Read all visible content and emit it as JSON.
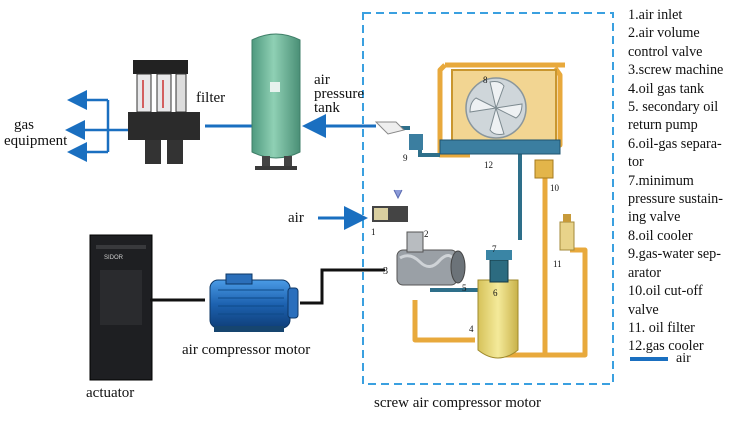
{
  "labels": {
    "gas_equipment_line1": "gas",
    "gas_equipment_line2": "equipment",
    "filter": "filter",
    "tank_line1": "air",
    "tank_line2": "pressure",
    "tank_line3": "tank",
    "air": "air",
    "motor": "air compressor motor",
    "actuator": "actuator",
    "screw_motor": "screw air compressor motor",
    "cabinet_brand": "SIDOR",
    "numbers": [
      "1",
      "2",
      "3",
      "4",
      "5",
      "6",
      "7",
      "8",
      "9",
      "10",
      "11",
      "12"
    ]
  },
  "legend": {
    "items": [
      "1.air inlet",
      "2.air volume",
      "control valve",
      "3.screw machine",
      "4.oil gas tank",
      "5. secondary oil",
      "return pump",
      "6.oil-gas separa-",
      "tor",
      "7.minimum",
      "pressure sustain-",
      "ing valve",
      "8.oil cooler",
      "9.gas-water sep-",
      "arator",
      "10.oil cut-off",
      "valve",
      "11. oil filter",
      "12.gas cooler"
    ],
    "air_key": "air"
  },
  "colors": {
    "air_arrow": "#1a6fc0",
    "dashed_box": "#3aa0e0",
    "oil_pipe": "#e8a93c",
    "gas_pipe": "#2e6f8a",
    "tank": "#6fb49a",
    "motor": "#2a78c8"
  }
}
